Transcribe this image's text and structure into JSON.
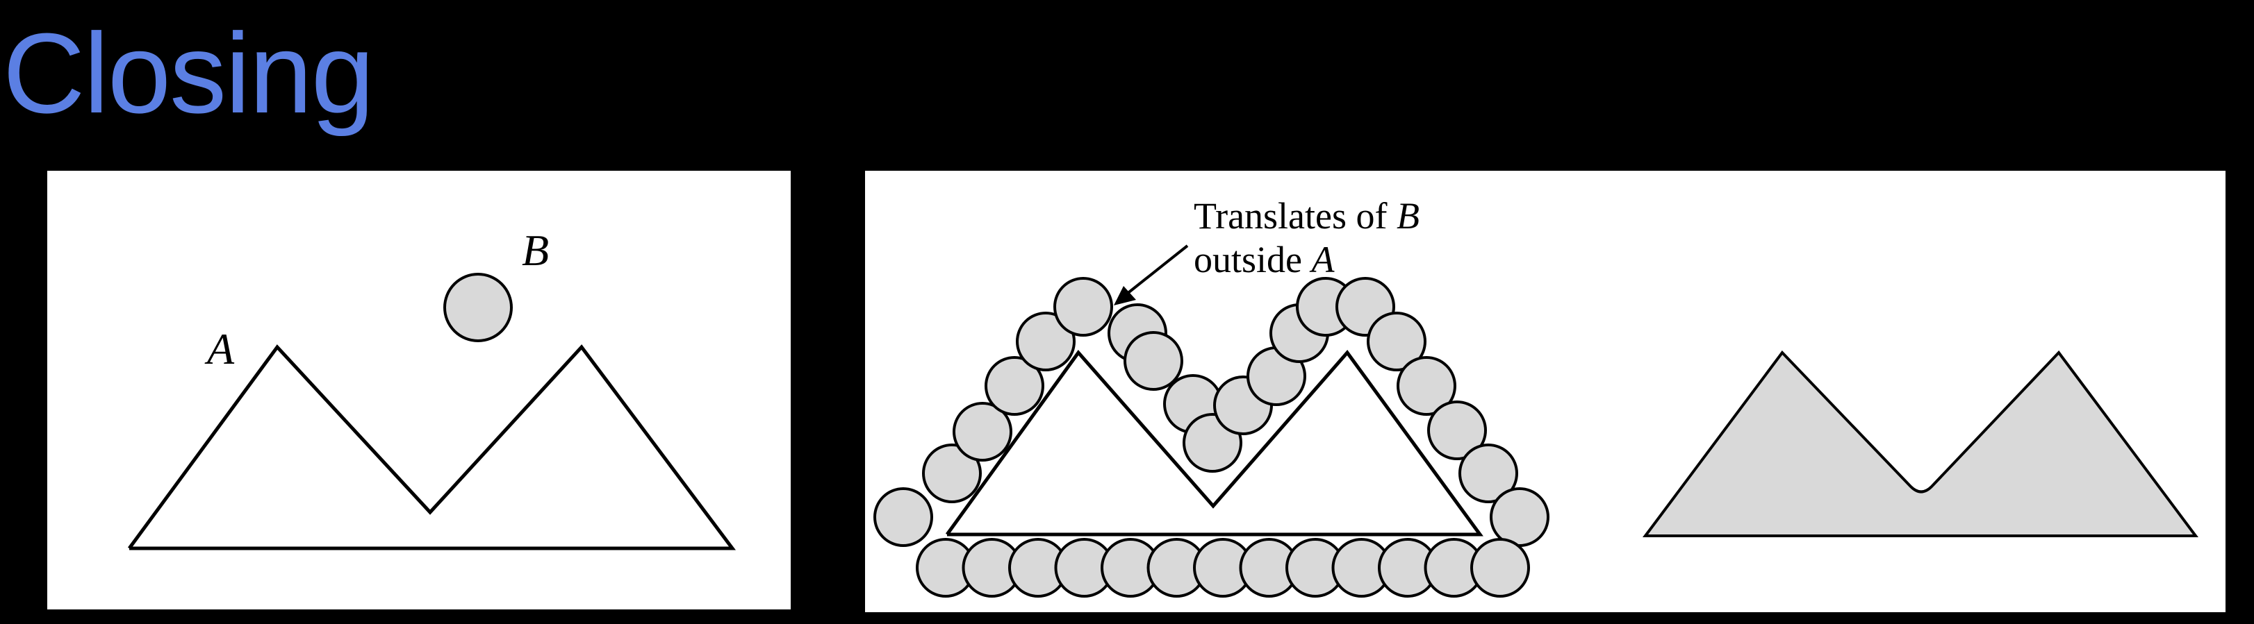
{
  "slide": {
    "title": "Closing"
  },
  "figure_left": {
    "set_label": "A",
    "element_label": "B"
  },
  "figure_middle": {
    "annotation_line1_text": "Translates of ",
    "annotation_line1_var": "B",
    "annotation_line2_text": "outside ",
    "annotation_line2_var": "A"
  },
  "colors": {
    "title": "#5b7fe3",
    "background": "#000000",
    "panel": "#ffffff",
    "disk_fill": "#d9d9d9",
    "outline": "#000000"
  }
}
